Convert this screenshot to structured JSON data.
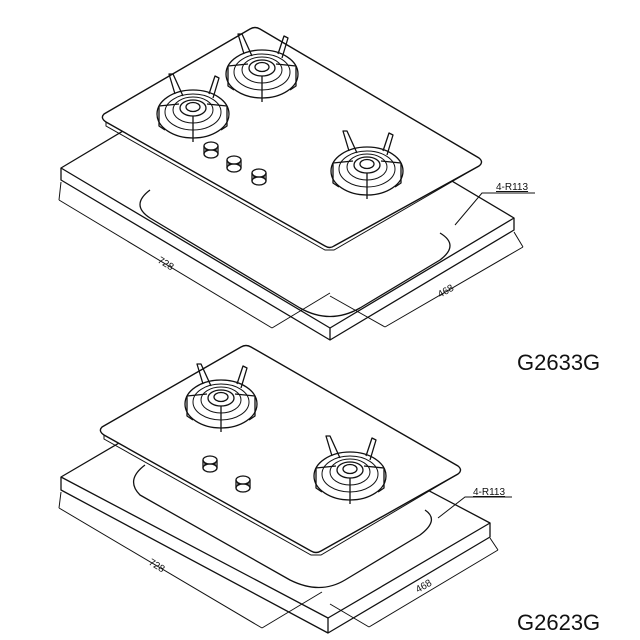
{
  "drawings": [
    {
      "model": "G2633G",
      "burners": 3,
      "knobs": 3,
      "dim_length": "728",
      "dim_width": "468",
      "corner_radius_label": "4-R113"
    },
    {
      "model": "G2623G",
      "burners": 2,
      "knobs": 2,
      "dim_length": "728",
      "dim_width": "468",
      "corner_radius_label": "4-R113"
    }
  ]
}
